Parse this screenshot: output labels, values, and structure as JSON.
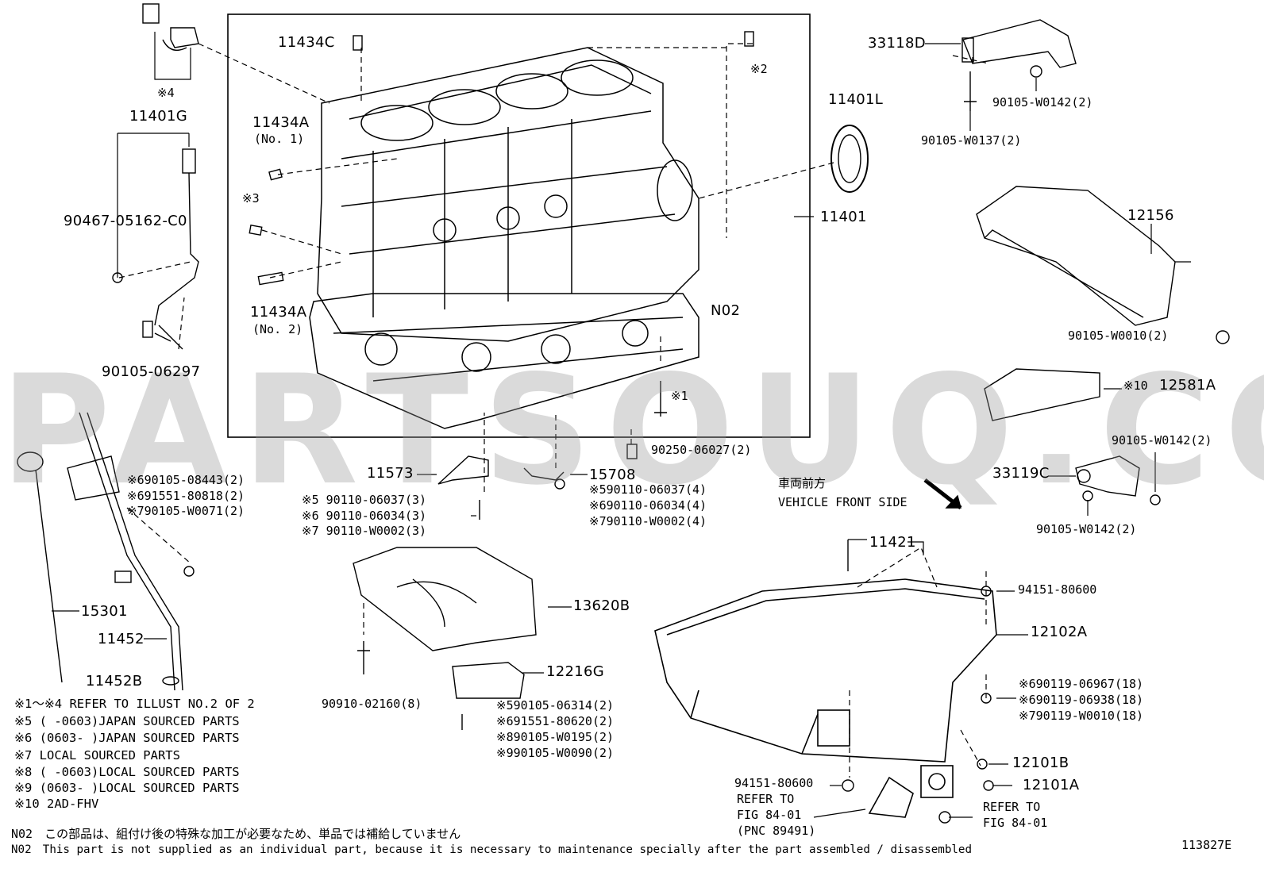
{
  "watermark": "PARTSOUQ.COM",
  "figure_code": "113827E",
  "labels": {
    "l11434C": "11434C",
    "l11434A_1": "11434A",
    "l11434A_1_sub": "(No. 1)",
    "l11434A_2": "11434A",
    "l11434A_2_sub": "(No. 2)",
    "ref3": "※3",
    "ref2": "※2",
    "ref4": "※4",
    "ref1": "※1",
    "l11401G": "11401G",
    "l90467": "90467-05162-C0",
    "l90105_06297": "90105-06297",
    "l11401L": "11401L",
    "l11401": "11401",
    "lN02": "N02",
    "l33118D": "33118D",
    "l90105_W0142_a": "90105-W0142(2)",
    "l90105_W0137": "90105-W0137(2)",
    "l12156": "12156",
    "l90105_W0010": "90105-W0010(2)",
    "l12581A_ref": "※10",
    "l12581A": "12581A",
    "l90105_W0142_b": "90105-W0142(2)",
    "l33119C": "33119C",
    "l90105_W0142_c": "90105-W0142(2)",
    "l90250": "90250-06027(2)",
    "l11573": "11573",
    "l15708": "15708",
    "b15708_1": "※590110-06037(4)",
    "b15708_2": "※690110-06034(4)",
    "b15708_3": "※790110-W0002(4)",
    "b11573_1": "※5 90110-06037(3)",
    "b11573_2": "※6 90110-06034(3)",
    "b11573_3": "※7 90110-W0002(3)",
    "b15301_1": "※690105-08443(2)",
    "b15301_2": "※691551-80818(2)",
    "b15301_3": "※790105-W0071(2)",
    "l15301": "15301",
    "l11452": "11452",
    "l11452B": "11452B",
    "l13620B": "13620B",
    "l12216G": "12216G",
    "l90910": "90910-02160(8)",
    "b12216_1": "※590105-06314(2)",
    "b12216_2": "※691551-80620(2)",
    "b12216_3": "※890105-W0195(2)",
    "b12216_4": "※990105-W0090(2)",
    "front_jp": "車両前方",
    "front_en": "VEHICLE FRONT SIDE",
    "l11421": "11421",
    "l94151_a": "94151-80600",
    "l12102A": "12102A",
    "b12102_1": "※690119-06967(18)",
    "b12102_2": "※690119-06938(18)",
    "b12102_3": "※790119-W0010(18)",
    "l12101B": "12101B",
    "l12101A": "12101A",
    "l94151_b": "94151-80600",
    "refer1_a": "REFER TO",
    "refer1_b": "FIG 84-01",
    "refer1_c": "(PNC 89491)",
    "refer2_a": "REFER TO",
    "refer2_b": "FIG 84-01"
  },
  "notes": [
    "※1～※4 REFER TO ILLUST NO.2 OF 2",
    "※5 (    -0603)JAPAN SOURCED PARTS",
    "※6 (0603-    )JAPAN SOURCED PARTS",
    "※7 LOCAL SOURCED PARTS",
    "※8 (    -0603)LOCAL SOURCED PARTS",
    "※9 (0603-    )LOCAL SOURCED PARTS",
    "※10 2AD-FHV"
  ],
  "footer": {
    "jp": "N02　この部品は、組付け後の特殊な加工が必要なため、単品では補給していません",
    "en": "N02　This part is not supplied as an individual part, because it is necessary to maintenance specially after the part assembled / disassembled"
  }
}
